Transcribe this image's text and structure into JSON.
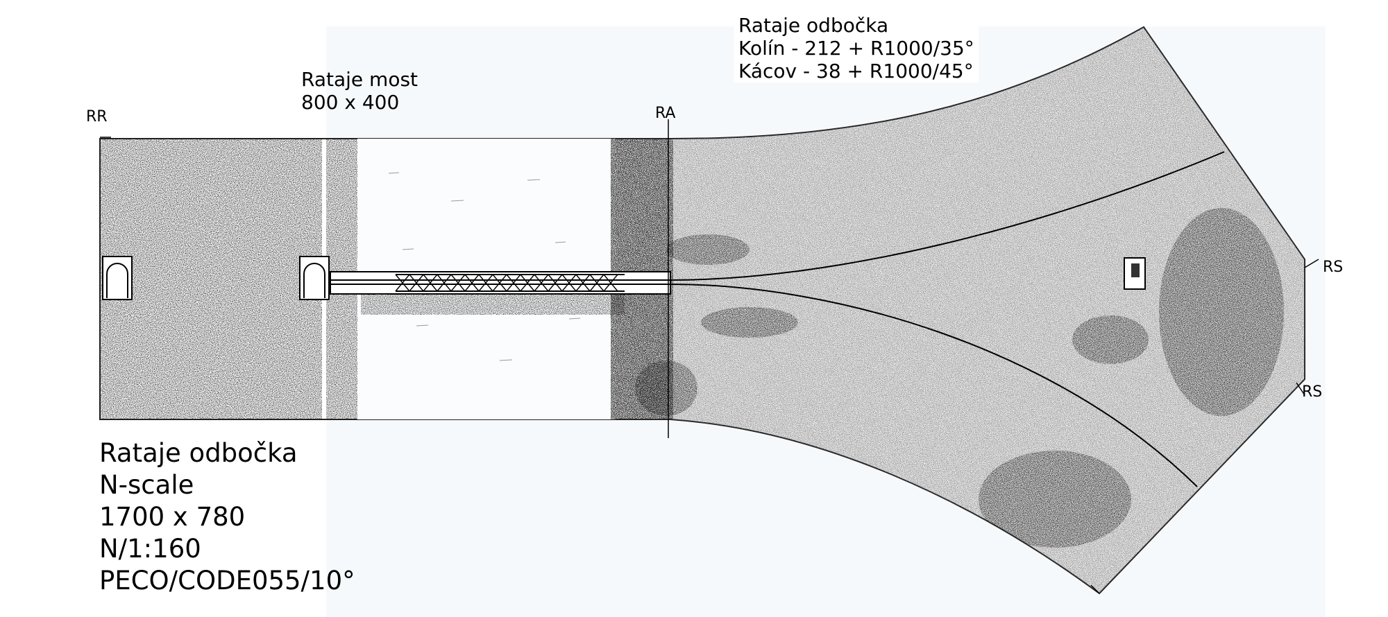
{
  "labels": {
    "rr": "RR",
    "ra": "RA",
    "rs_upper": "RS",
    "rs_lower": "RS",
    "bridge_title": "Rataje most",
    "bridge_size": "800 x 400",
    "junction_title": "Rataje odbočka",
    "kolin_branch": "Kolín - 212 + R1000/35°",
    "kacov_branch": "Kácov - 38 + R1000/45°"
  },
  "info": {
    "title": "Rataje odbočka",
    "scale": "N-scale",
    "dimensions": "1700 x 780",
    "ratio": "N/1:160",
    "track": "PECO/CODE055/10°"
  },
  "colors": {
    "ink": "#000000",
    "water": "#f3f6f8",
    "paper": "#f6f9fb"
  }
}
